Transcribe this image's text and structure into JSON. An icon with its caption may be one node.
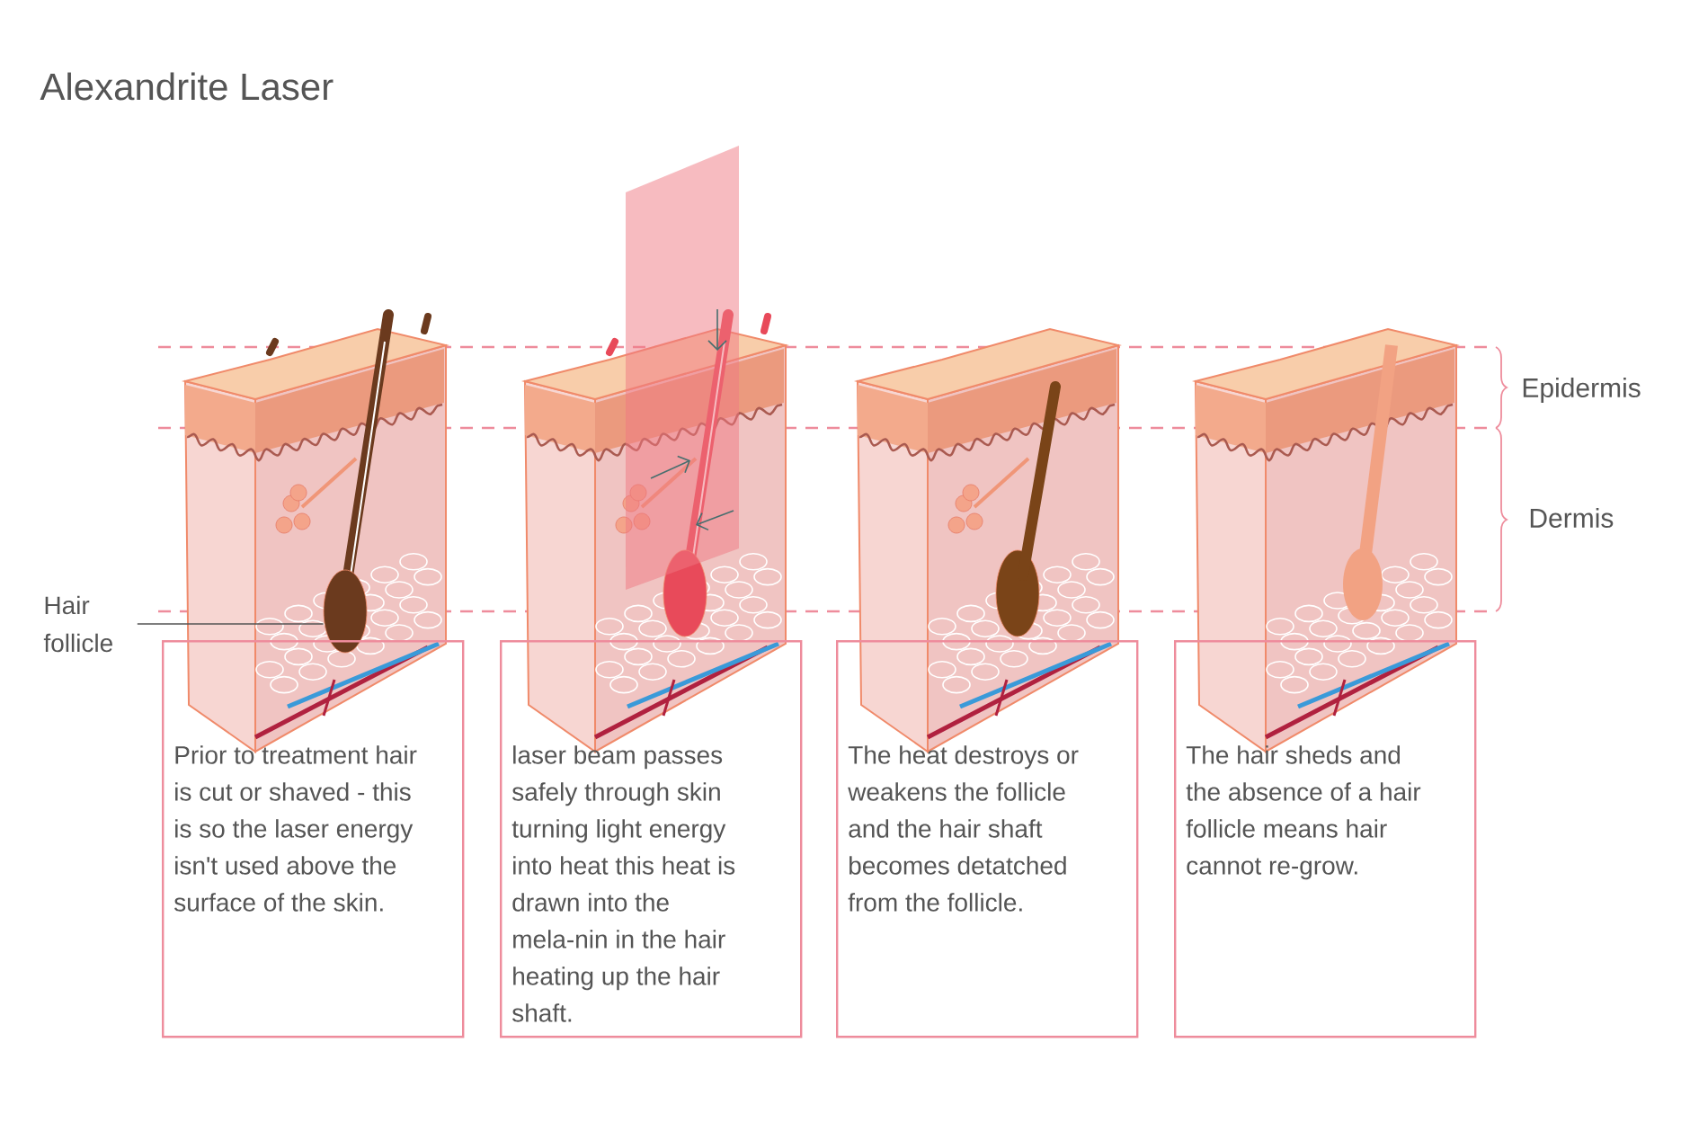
{
  "diagram": {
    "title": "Alexandrite Laser",
    "nodes": [
      {
        "text": [
          "Hair follicle"
        ]
      },
      {
        "text": [],
        "shape": "picture"
      },
      {
        "text": [
          "Prior to treatment hair is cut or shaved - this is so the laser energy isn't used above the surface of the skin."
        ]
      },
      {
        "text": [
          "laser beam passes safely through skin turning light energy into heat this heat is drawn into the mela-nin in the hair heating up the hair shaft."
        ]
      },
      {
        "text": [
          "The heat destroys or weakens the follicle and the hair shaft becomes detatched from the follicle."
        ]
      },
      {
        "text": [
          "The hair sheds and the absence of a hair follicle means hair cannot re-grow."
        ]
      }
    ],
    "edges": [
      {
        "from": 0,
        "to": 1,
        "arrow": "none"
      }
    ],
    "labels": [
      "Epidermis",
      "Dermis"
    ]
  }
}
